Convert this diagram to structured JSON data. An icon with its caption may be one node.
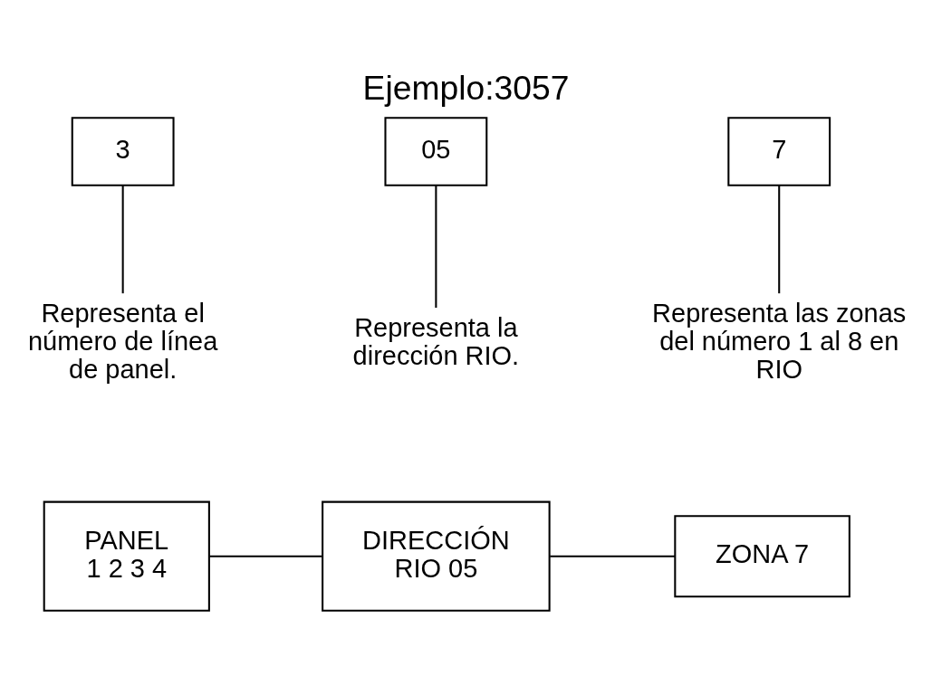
{
  "diagram": {
    "title": "Ejemplo:3057",
    "nodes": [
      {
        "text": [
          "3"
        ]
      },
      {
        "text": [
          "05"
        ]
      },
      {
        "text": [
          "7"
        ]
      },
      {
        "text": [
          "Representa el número de línea de panel."
        ]
      },
      {
        "text": [
          "Representa la dirección RIO."
        ]
      },
      {
        "text": [
          "Representa las zonas del número 1 al 8 en RIO"
        ]
      },
      {
        "text": [
          "PANEL",
          "1 2 3 4"
        ]
      },
      {
        "text": [
          "DIRECCIÓN RIO 05"
        ]
      },
      {
        "text": [
          "ZONA 7"
        ]
      }
    ],
    "edges": [
      {
        "from": 0,
        "to": 3,
        "arrow": "none"
      },
      {
        "from": 1,
        "to": 4,
        "arrow": "none"
      },
      {
        "from": 2,
        "to": 5,
        "arrow": "none"
      },
      {
        "from": 6,
        "to": 7,
        "arrow": "none"
      },
      {
        "from": 7,
        "to": 8,
        "arrow": "none"
      }
    ]
  }
}
